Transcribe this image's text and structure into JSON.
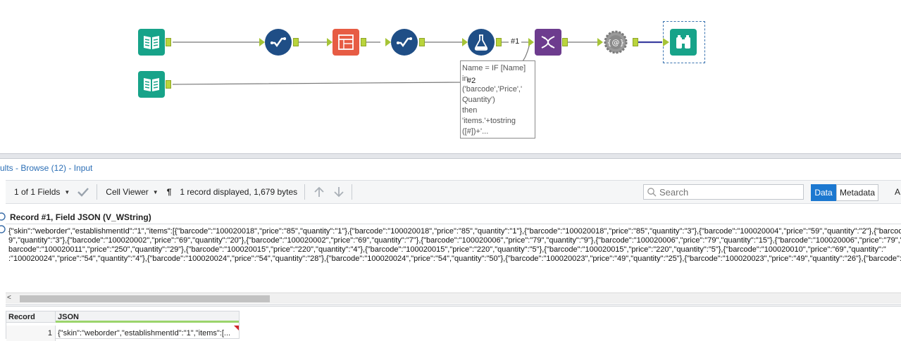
{
  "canvas": {
    "connection_labels": [
      "#1",
      "#2"
    ],
    "formula_box_text": "Name = IF [Name]\nin\n('barcode','Price','\nQuantity')\nthen\n'items.'+tostring\n([#])+'..."
  },
  "results": {
    "title": "ults - Browse (12) - Input",
    "toolbar": {
      "fields_label": "1 of 1 Fields",
      "cell_viewer_label": "Cell Viewer",
      "pilcrow": "¶",
      "records_info": "1 record displayed, 1,679 bytes",
      "search_placeholder": "Search",
      "data_button": "Data",
      "metadata_button": "Metadata",
      "more_label": "A"
    },
    "record_header": "Record #1, Field JSON (V_WString)",
    "json_lines": [
      "{\"skin\":\"weborder\",\"establishmentId\":\"1\",\"items\":[{\"barcode\":\"100020018\",\"price\":\"85\",\"quantity\":\"1\"},{\"barcode\":\"100020018\",\"price\":\"85\",\"quantity\":\"1\"},{\"barcode\":\"100020018\",\"price\":\"85\",\"quantity\":\"3\"},{\"barcode\":\"100020004\",\"price\":\"59\",\"quantity\":\"2\"},{\"barcode\":\"100020004\",\"price\":\"59\",\"quantity\":\"",
      "9\",\"quantity\":\"3\"},{\"barcode\":\"100020002\",\"price\":\"69\",\"quantity\":\"20\"},{\"barcode\":\"100020002\",\"price\":\"69\",\"quantity\":\"7\"},{\"barcode\":\"100020006\",\"price\":\"79\",\"quantity\":\"9\"},{\"barcode\":\"100020006\",\"price\":\"79\",\"quantity\":\"15\"},{\"barcode\":\"100020006\",\"price\":\"79\",\"quantity\":\"",
      "barcode\":\"100020011\",\"price\":\"250\",\"quantity\":\"29\"},{\"barcode\":\"100020015\",\"price\":\"220\",\"quantity\":\"4\"},{\"barcode\":\"100020015\",\"price\":\"220\",\"quantity\":\"5\"},{\"barcode\":\"100020015\",\"price\":\"220\",\"quantity\":\"5\"},{\"barcode\":\"100020010\",\"price\":\"69\",\"quantity\":\"",
      ":\"100020024\",\"price\":\"54\",\"quantity\":\"4\"},{\"barcode\":\"100020024\",\"price\":\"54\",\"quantity\":\"28\"},{\"barcode\":\"100020024\",\"price\":\"54\",\"quantity\":\"50\"},{\"barcode\":\"100020023\",\"price\":\"49\",\"quantity\":\"25\"},{\"barcode\":\"100020023\",\"price\":\"49\",\"quantity\":\"26\"},{\"barcode\":\"1000200"
    ],
    "scroll_left_arrow": "<",
    "grid": {
      "columns": [
        "Record",
        "JSON"
      ],
      "rows": [
        {
          "record": "1",
          "json": "{\"skin\":\"weborder\",\"establishmentId\":\"1\",\"items\":[..."
        }
      ]
    }
  },
  "icons": {
    "input_tool": "book-open-icon",
    "select_tool": "checkmark-path-icon",
    "crosstab_tool": "table-grid-icon",
    "formula_tool": "flask-icon",
    "join_tool": "dna-icon",
    "json_build_tool": "gear-json-icon",
    "browse_tool": "binoculars-icon"
  },
  "colors": {
    "accent_blue": "#1c78d0",
    "teal_input": "#17a389",
    "navy_select": "#1f4e86",
    "orange_crosstab": "#e75c44",
    "purple_join": "#6d3c8e",
    "gray_json": "#8a8a8a",
    "anchor_green": "#b9d43c"
  }
}
